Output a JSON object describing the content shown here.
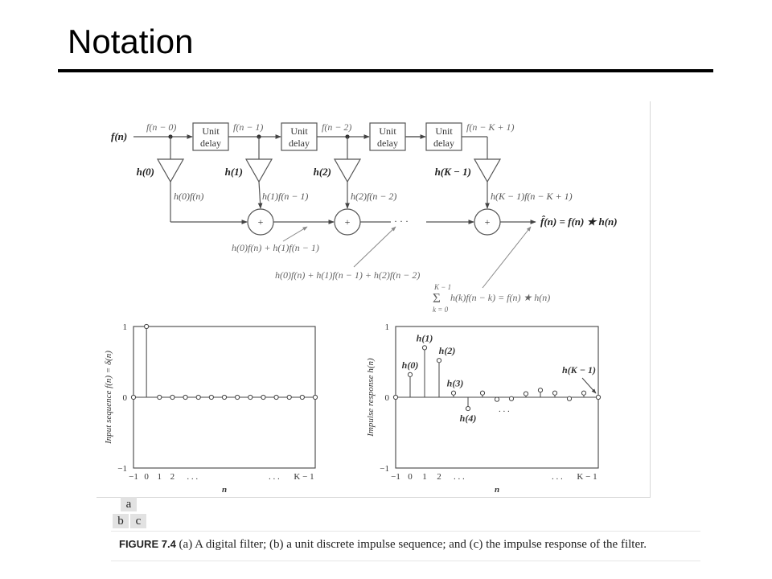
{
  "slide": {
    "title": "Notation"
  },
  "diagram": {
    "input": "f(n)",
    "delays": [
      {
        "in_label": "f(n − 0)",
        "box_line1": "Unit",
        "box_line2": "delay"
      },
      {
        "in_label": "f(n − 1)",
        "box_line1": "Unit",
        "box_line2": "delay"
      },
      {
        "in_label": "f(n − 2)",
        "box_line1": "Unit",
        "box_line2": "delay"
      },
      {
        "in_label": "",
        "box_line1": "Unit",
        "box_line2": "delay"
      }
    ],
    "last_out_label": "f(n − K + 1)",
    "ellipsis": "· · ·",
    "gains": [
      "h(0)",
      "h(1)",
      "h(2)",
      "h(K − 1)"
    ],
    "products": [
      "h(0)f(n)",
      "h(1)f(n − 1)",
      "h(2)f(n − 2)",
      "h(K − 1)f(n − K + 1)"
    ],
    "adder_symbol": "+",
    "output": "f̂(n) = f(n) ★ h(n)",
    "sum1": "h(0)f(n) + h(1)f(n − 1)",
    "sum2": "h(0)f(n) + h(1)f(n − 1) + h(2)f(n − 2)",
    "sum_upper": "K − 1",
    "sum_sigma": "Σ",
    "sum_lower": "k = 0",
    "sum_expr": "h(k)f(n − k) = f(n) ★ h(n)"
  },
  "chart_data": [
    {
      "type": "stem",
      "ylabel": "Input sequence f(n) = δ(n)",
      "xlabel": "n",
      "yticks": [
        "1",
        "0",
        "−1"
      ],
      "ylim": [
        -1,
        1
      ],
      "xticks": [
        "−1",
        "0",
        "1",
        "2",
        ". . .",
        ". . .",
        "K − 1"
      ],
      "x": [
        -1,
        0,
        1,
        2,
        3,
        4,
        5,
        6,
        7,
        8,
        9,
        10,
        11,
        12,
        13
      ],
      "values": [
        0,
        1,
        0,
        0,
        0,
        0,
        0,
        0,
        0,
        0,
        0,
        0,
        0,
        0,
        0
      ]
    },
    {
      "type": "stem",
      "ylabel": "Impulse response h(n)",
      "xlabel": "n",
      "yticks": [
        "1",
        "0",
        "−1"
      ],
      "ylim": [
        -1,
        1
      ],
      "xticks": [
        "−1",
        "0",
        "1",
        "2",
        ". . .",
        ". . .",
        "K − 1"
      ],
      "x": [
        -1,
        0,
        1,
        2,
        3,
        4,
        5,
        6,
        7,
        8,
        9,
        10,
        11,
        12,
        13
      ],
      "values": [
        0,
        0.32,
        0.7,
        0.52,
        0.06,
        -0.16,
        0.06,
        -0.03,
        -0.02,
        0.05,
        0.1,
        0.06,
        -0.02,
        0.06,
        0
      ],
      "annotations": [
        {
          "text": "h(0)",
          "x": 0
        },
        {
          "text": "h(1)",
          "x": 1
        },
        {
          "text": "h(2)",
          "x": 2
        },
        {
          "text": "h(3)",
          "x": 3
        },
        {
          "text": "h(4)",
          "x": 4
        },
        {
          "text": "h(K − 1)",
          "x": 13
        }
      ],
      "ellipsis": ". . ."
    }
  ],
  "panel_labels": {
    "a": "a",
    "b": "b",
    "c": "c"
  },
  "caption": {
    "number": "FIGURE 7.4",
    "text": "(a) A digital filter; (b) a unit discrete impulse sequence; and (c) the impulse response of the filter."
  }
}
